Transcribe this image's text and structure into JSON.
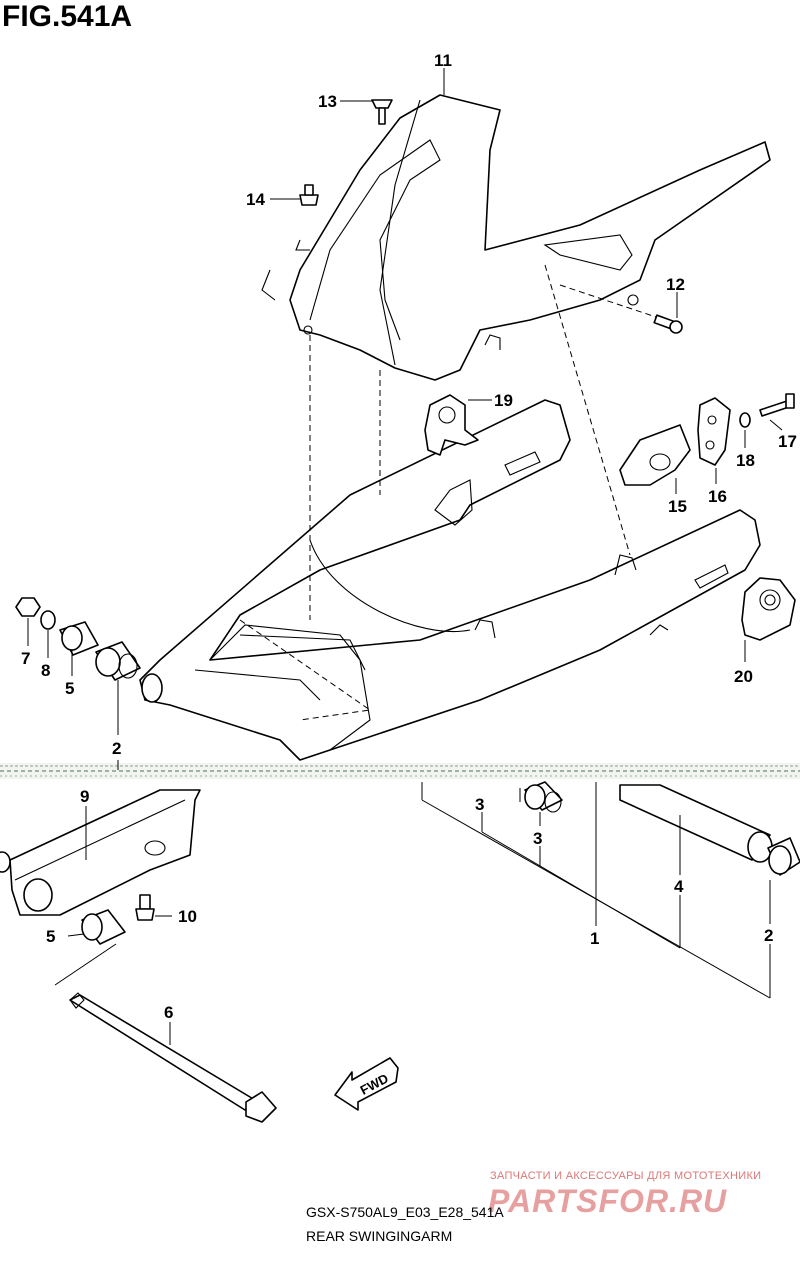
{
  "figure": {
    "title": "FIG.541A"
  },
  "callouts": {
    "p1": "1",
    "p2a": "2",
    "p2b": "2",
    "p3a": "3",
    "p3b": "3",
    "p4": "4",
    "p5a": "5",
    "p5b": "5",
    "p6": "6",
    "p7": "7",
    "p8": "8",
    "p9": "9",
    "p10": "10",
    "p11": "11",
    "p12": "12",
    "p13": "13",
    "p14": "14",
    "p15": "15",
    "p16": "16",
    "p17": "17",
    "p18": "18",
    "p19": "19",
    "p20": "20"
  },
  "direction_label": "FWD",
  "watermark": {
    "tagline": "ЗАПЧАСТИ И АКСЕССУАРЫ ДЛЯ МОТОТЕХНИКИ",
    "logo": "PARTSFOR.RU"
  },
  "footer": {
    "model_code": "GSX-S750AL9_E03_E28_541A",
    "caption": "REAR SWINGINGARM"
  }
}
